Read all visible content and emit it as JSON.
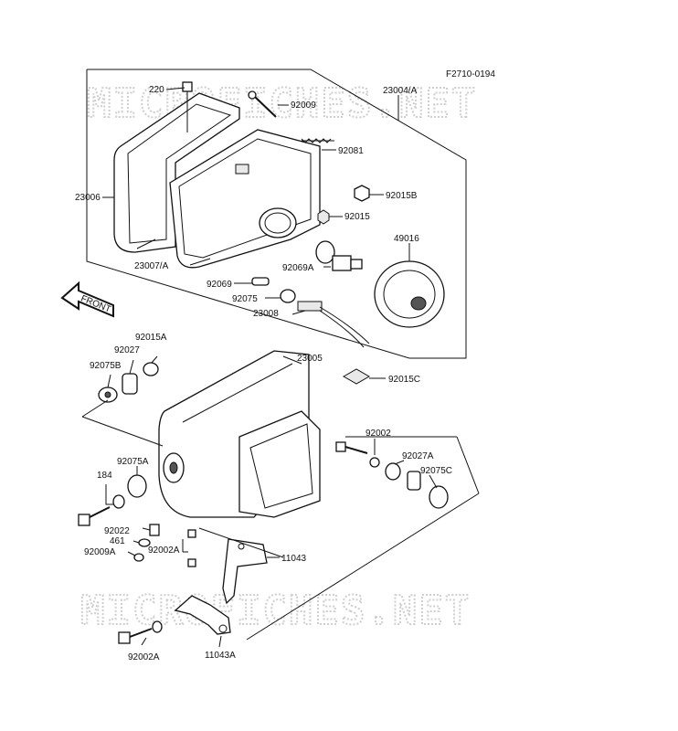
{
  "figure_code": "F2710-0194",
  "watermark": "MICROFICHES.NET",
  "front_label": "FRONT",
  "parts": {
    "p220": "220",
    "p92009": "92009",
    "p23004A": "23004/A",
    "p92081": "92081",
    "p23006": "23006",
    "p92015B": "92015B",
    "p92015": "92015",
    "p49016": "49016",
    "p23007A": "23007/A",
    "p92069A": "92069A",
    "p92069": "92069",
    "p92075": "92075",
    "p23008": "23008",
    "p92015A": "92015A",
    "p92027": "92027",
    "p92075B": "92075B",
    "p23005": "23005",
    "p92015C": "92015C",
    "p92002": "92002",
    "p92027A": "92027A",
    "p92075C": "92075C",
    "p92075A": "92075A",
    "p184": "184",
    "p92022": "92022",
    "p461": "461",
    "p92002A_a": "92002A",
    "p92009A": "92009A",
    "p11043": "11043",
    "p92002A_b": "92002A",
    "p11043A": "11043A"
  }
}
